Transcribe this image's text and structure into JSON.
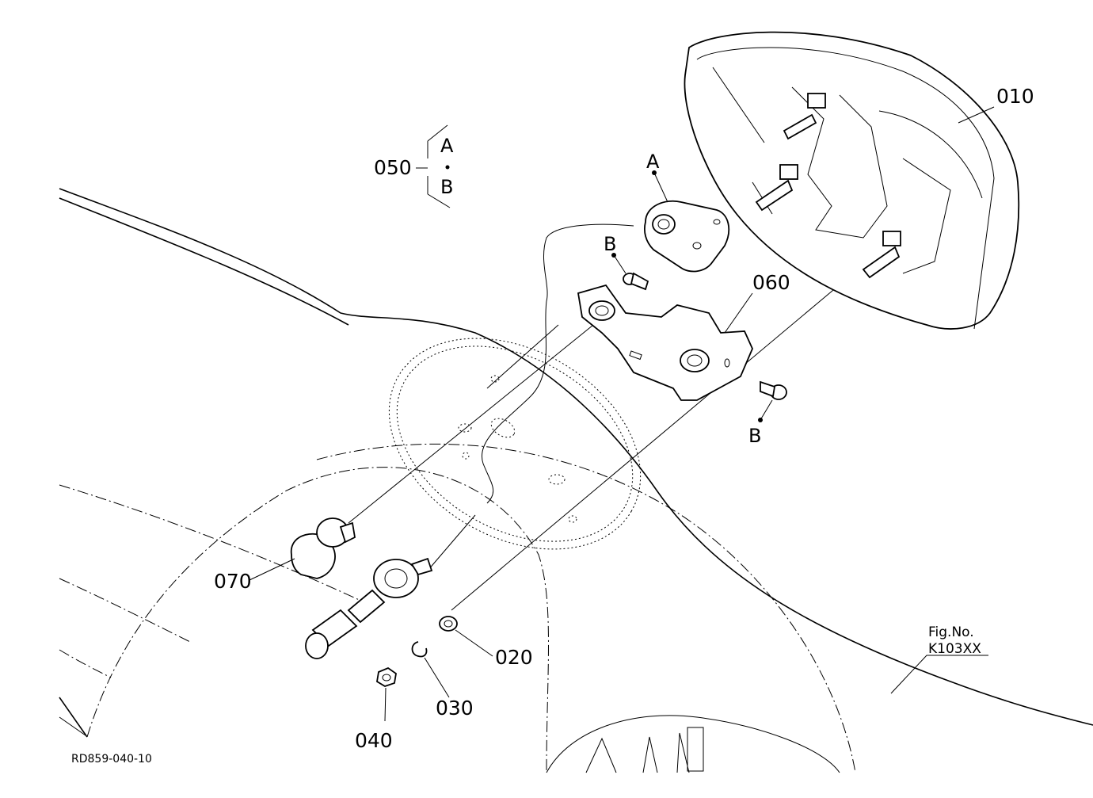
{
  "diagram": {
    "callouts": {
      "p010": "010",
      "p020": "020",
      "p030": "030",
      "p040": "040",
      "p050": "050",
      "p060": "060",
      "p070": "070"
    },
    "letters": {
      "a_top": "A",
      "b_left": "B",
      "b_right": "B",
      "group_a": "A",
      "group_b": "B"
    },
    "fig_label": "Fig.No.",
    "fig_number": "K103XX",
    "drawing_ref": "RD859-040-10"
  }
}
